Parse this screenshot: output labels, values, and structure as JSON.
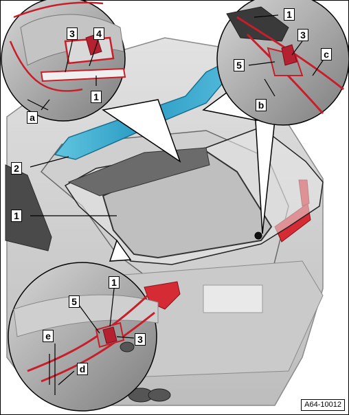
{
  "figure_id": "A64-10012",
  "callouts": {
    "n1": "1",
    "n2": "2",
    "n3": "3",
    "n4": "4",
    "n5": "5",
    "a": "a",
    "b": "b",
    "c": "c",
    "d": "d",
    "e": "e"
  },
  "colors": {
    "seal_red": "#c81e2a",
    "window_glass": "#2fa6c9",
    "tail_light": "#d52b34",
    "body_grey": "#d9d9d9",
    "inner_dark": "#6b6b6b"
  }
}
